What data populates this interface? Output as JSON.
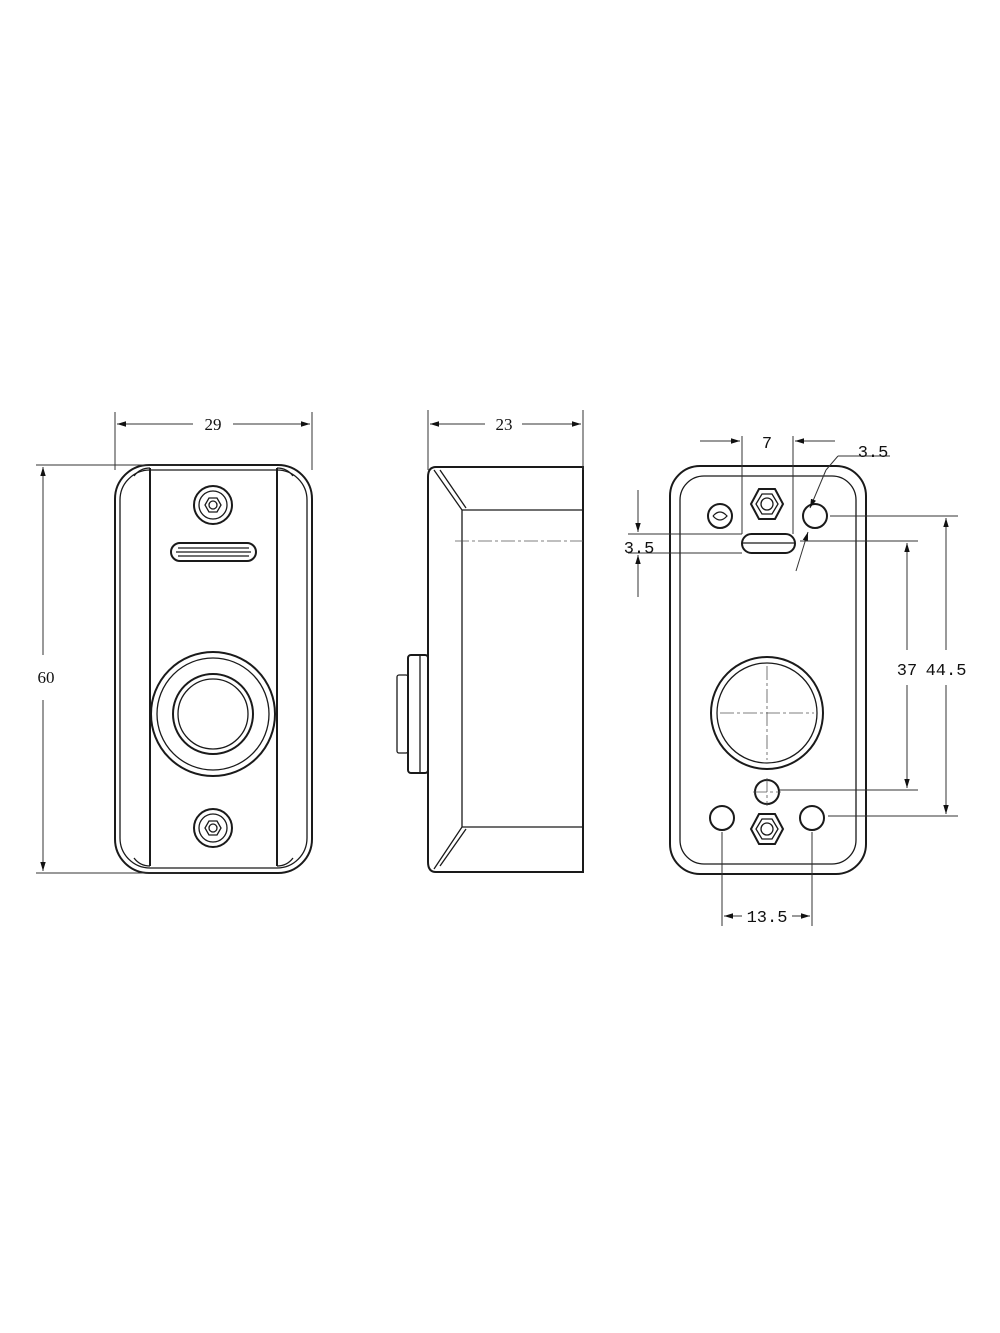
{
  "views": {
    "front": {
      "width_label": "29",
      "height_label": "60"
    },
    "side": {
      "depth_label": "23"
    },
    "back": {
      "slot_spacing_label": "7",
      "hole_diameter_label": "3.5",
      "slot_height_label": "3.5",
      "inner_spacing_label": "37",
      "outer_spacing_label": "44.5",
      "bottom_spacing_label": "13.5"
    }
  },
  "colors": {
    "line": "#1a1a1a",
    "background": "#ffffff"
  }
}
